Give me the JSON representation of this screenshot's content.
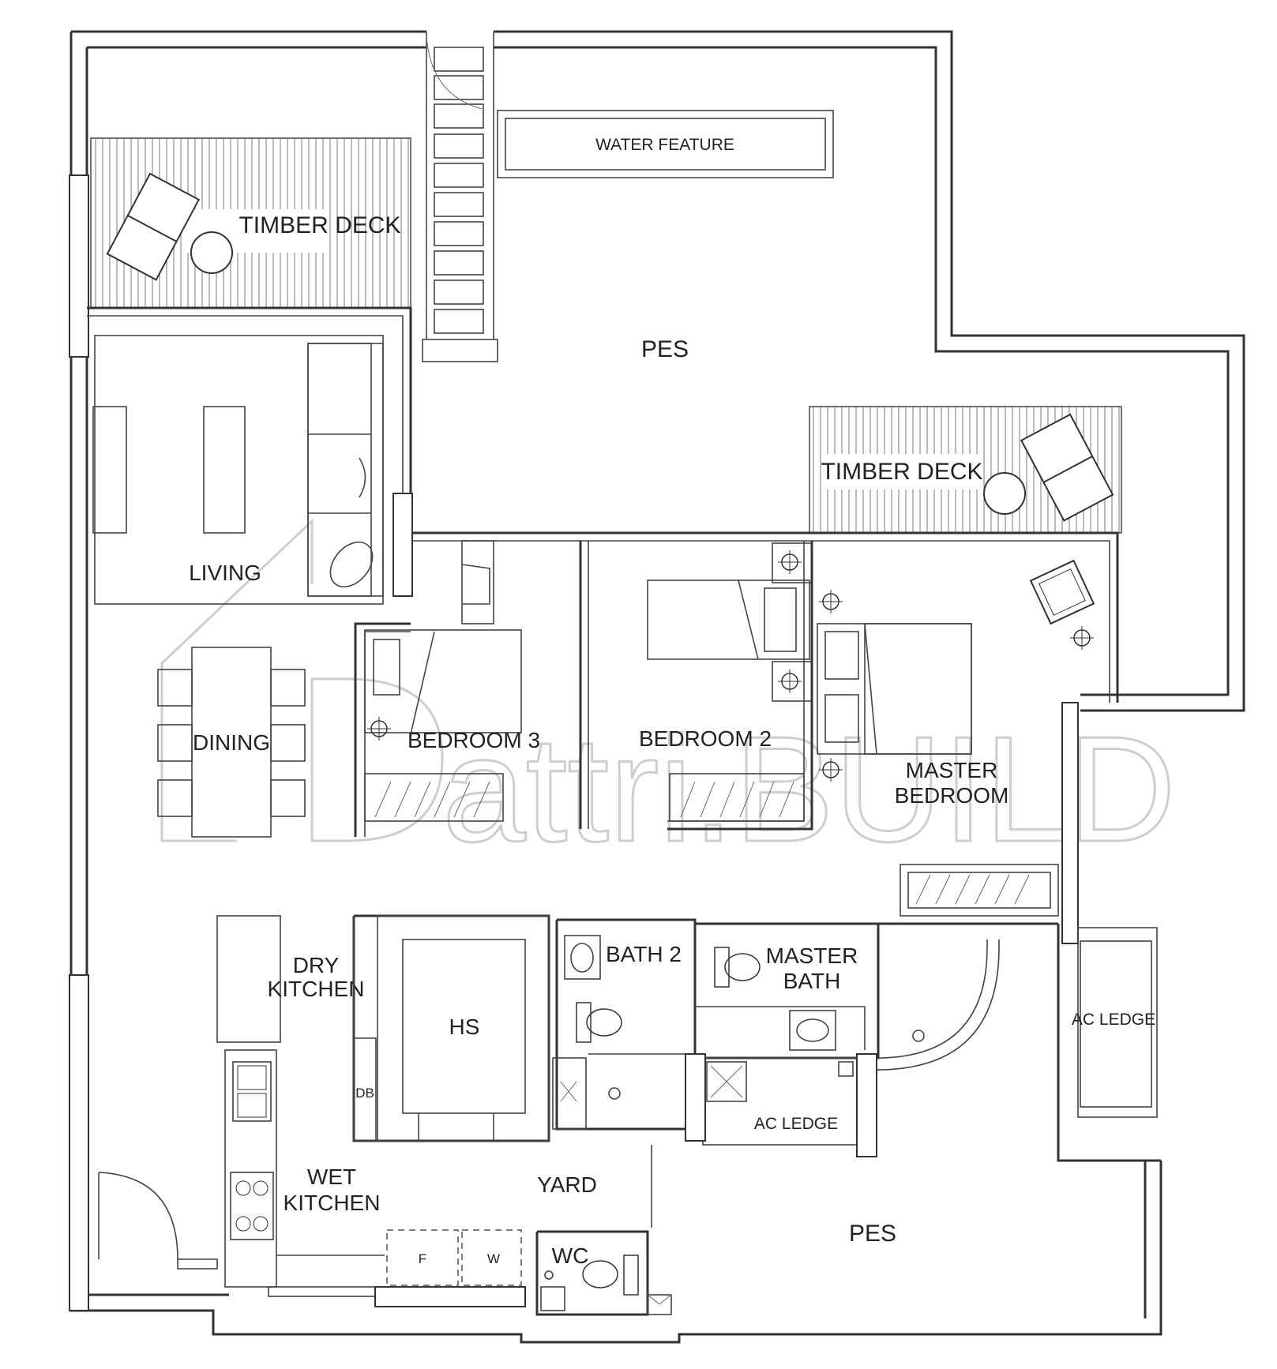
{
  "labels": {
    "water_feature": "WATER FEATURE",
    "timber_deck_1": "TIMBER DECK",
    "timber_deck_2": "TIMBER DECK",
    "pes_top": "PES",
    "living": "LIVING",
    "dining": "DINING",
    "bedroom_3": "BEDROOM 3",
    "bedroom_2": "BEDROOM 2",
    "master_bedroom_1": "MASTER",
    "master_bedroom_2": "BEDROOM",
    "dry_kitchen_1": "DRY",
    "dry_kitchen_2": "KITCHEN",
    "hs": "HS",
    "db": "DB",
    "bath_2": "BATH 2",
    "master_bath_1": "MASTER",
    "master_bath_2": "BATH",
    "ac_ledge_right": "AC LEDGE",
    "ac_ledge_mid": "AC LEDGE",
    "wet_kitchen_1": "WET",
    "wet_kitchen_2": "KITCHEN",
    "yard": "YARD",
    "fridge": "F",
    "washer": "W",
    "wc": "WC",
    "pes_bottom": "PES"
  },
  "watermark": "attri.BUILD"
}
